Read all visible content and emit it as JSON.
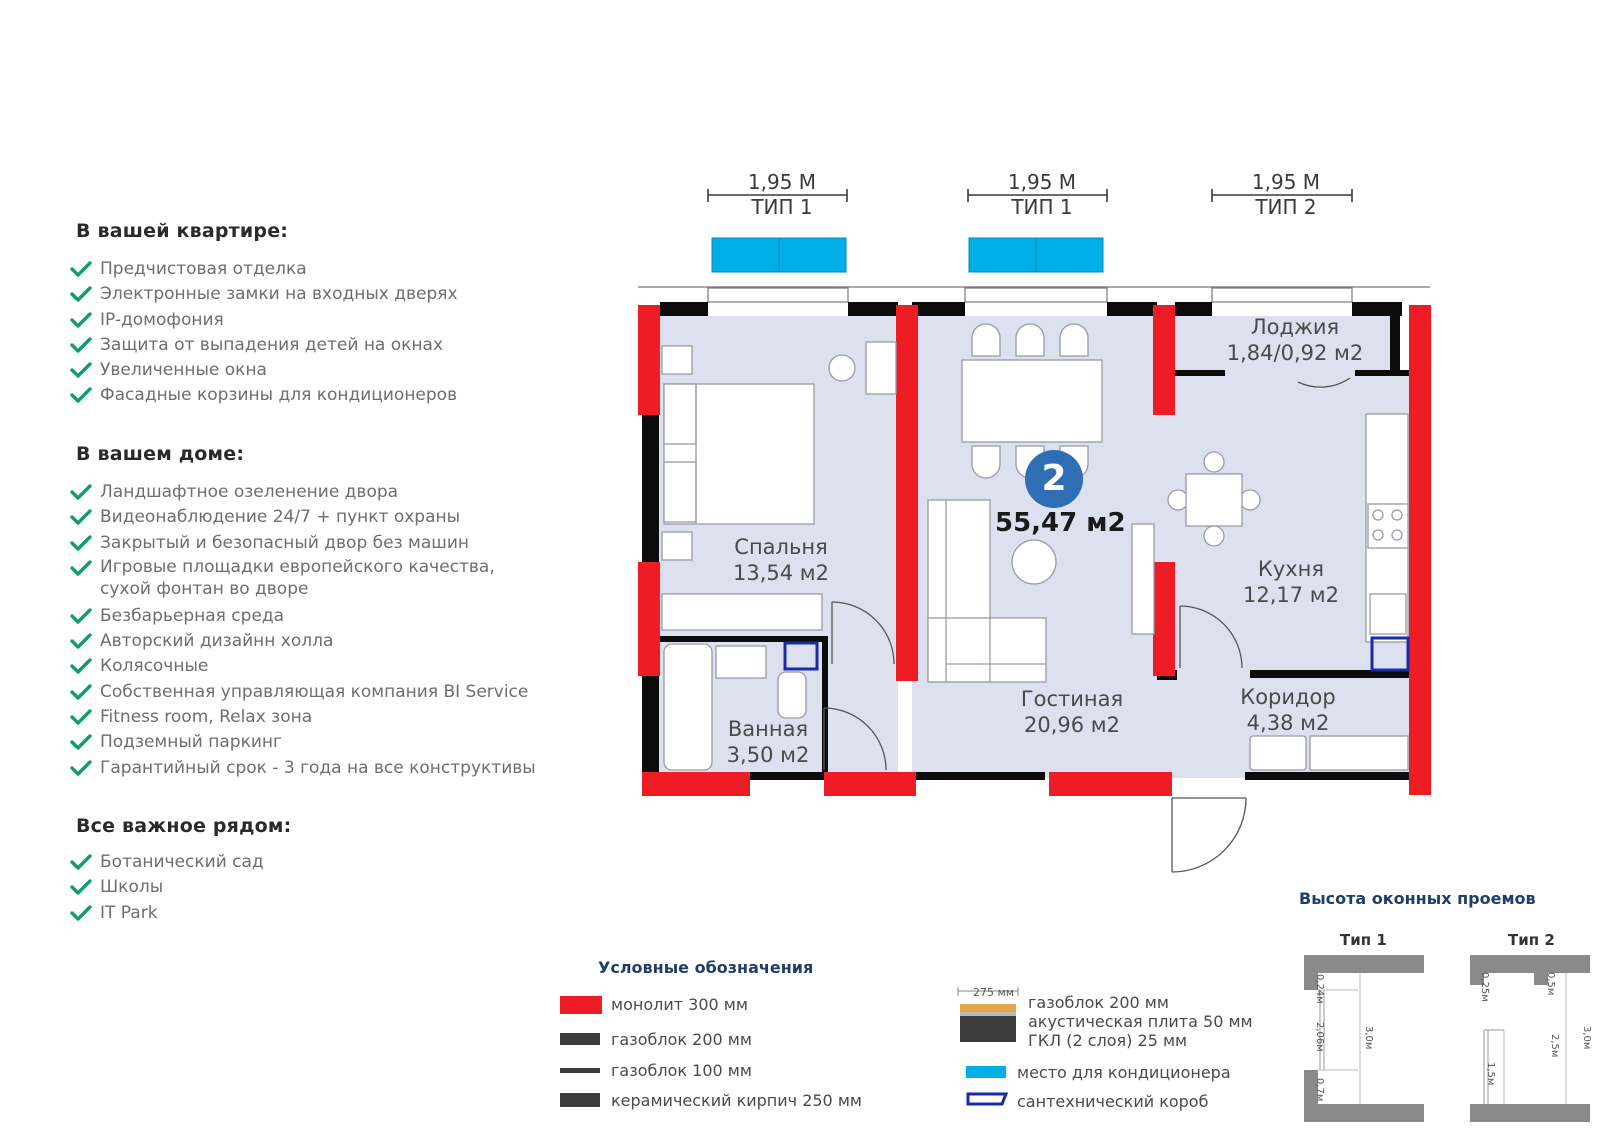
{
  "apartment": {
    "sections": [
      {
        "title": "В вашей квартире:",
        "items": [
          "Предчистовая отделка",
          "Электронные замки на входных дверях",
          "IP-домофония",
          "Защита от выпадения детей на окнах",
          "Увеличенные окна",
          "Фасадные корзины для кондиционеров"
        ]
      },
      {
        "title": "В вашем доме:",
        "items": [
          "Ландшафтное озеленение двора",
          "Видеонаблюдение 24/7 + пункт охраны",
          "Закрытый и безопасный двор без машин",
          "Игровые площадки европейского качества,",
          "сухой фонтан во дворе",
          "Безбарьерная среда",
          "Авторский дизайнн холла",
          "Колясочные",
          "Собственная управляющая компания BI Service",
          "Fitness room, Relax зона",
          "Подземный паркинг",
          "Гарантийный срок - 3 года на все конструктивы"
        ]
      },
      {
        "title": "Все важное рядом:",
        "items": [
          "Ботанический сад",
          "Школы",
          "IT Park"
        ]
      }
    ]
  },
  "plan": {
    "windows": [
      {
        "width": "1,95 М",
        "type": "ТИП 1"
      },
      {
        "width": "1,95 М",
        "type": "ТИП 1"
      },
      {
        "width": "1,95 М",
        "type": "ТИП 2"
      }
    ],
    "rooms_count": "2",
    "total_area": "55,47 м2",
    "rooms": [
      {
        "name": "Спальня",
        "area": "13,54 м2"
      },
      {
        "name": "Гостиная",
        "area": "20,96 м2"
      },
      {
        "name": "Лоджия",
        "area": "1,84/0,92 м2"
      },
      {
        "name": "Кухня",
        "area": "12,17 м2"
      },
      {
        "name": "Коридор",
        "area": "4,38 м2"
      },
      {
        "name": "Ванная",
        "area": "3,50 м2"
      }
    ]
  },
  "legend": {
    "title": "Условные обозначения",
    "items": [
      {
        "label": "монолит 300 мм",
        "color": "#ee1c25"
      },
      {
        "label": "газоблок 200 мм",
        "color": "#3c3c3c"
      },
      {
        "label": "газоблок 100 мм",
        "color": "#3c3c3c"
      },
      {
        "label": "керамический кирпич 250 мм",
        "color": "#3c3c3c"
      }
    ],
    "composite_dim": "275 мм",
    "composite_lines": [
      "газоблок 200 мм",
      "акустическая плита 50 мм",
      "ГКЛ (2 слоя) 25 мм"
    ],
    "ac_label": "место для кондиционера",
    "ac_color": "#00aee8",
    "duct_label": "сантехнический короб",
    "duct_color": "#1a2aa8"
  },
  "window_heights": {
    "title": "Высота оконных проемов",
    "type1": {
      "label": "Тип 1",
      "top": "0,24м",
      "middle": "2,06м",
      "bottom": "0,7м",
      "total": "3,0м"
    },
    "type2": {
      "label": "Тип 2",
      "top": "0,25м",
      "top2": "0,5м",
      "door": "1,5м",
      "middle": "2,5м",
      "total": "3,0м"
    }
  },
  "colors": {
    "monolith": "#ee1c25",
    "gasblock": "#0c0c0c",
    "floor": "#dde1ef",
    "ac": "#00aee8",
    "check": "#119a73",
    "badge": "#2f6db5"
  }
}
